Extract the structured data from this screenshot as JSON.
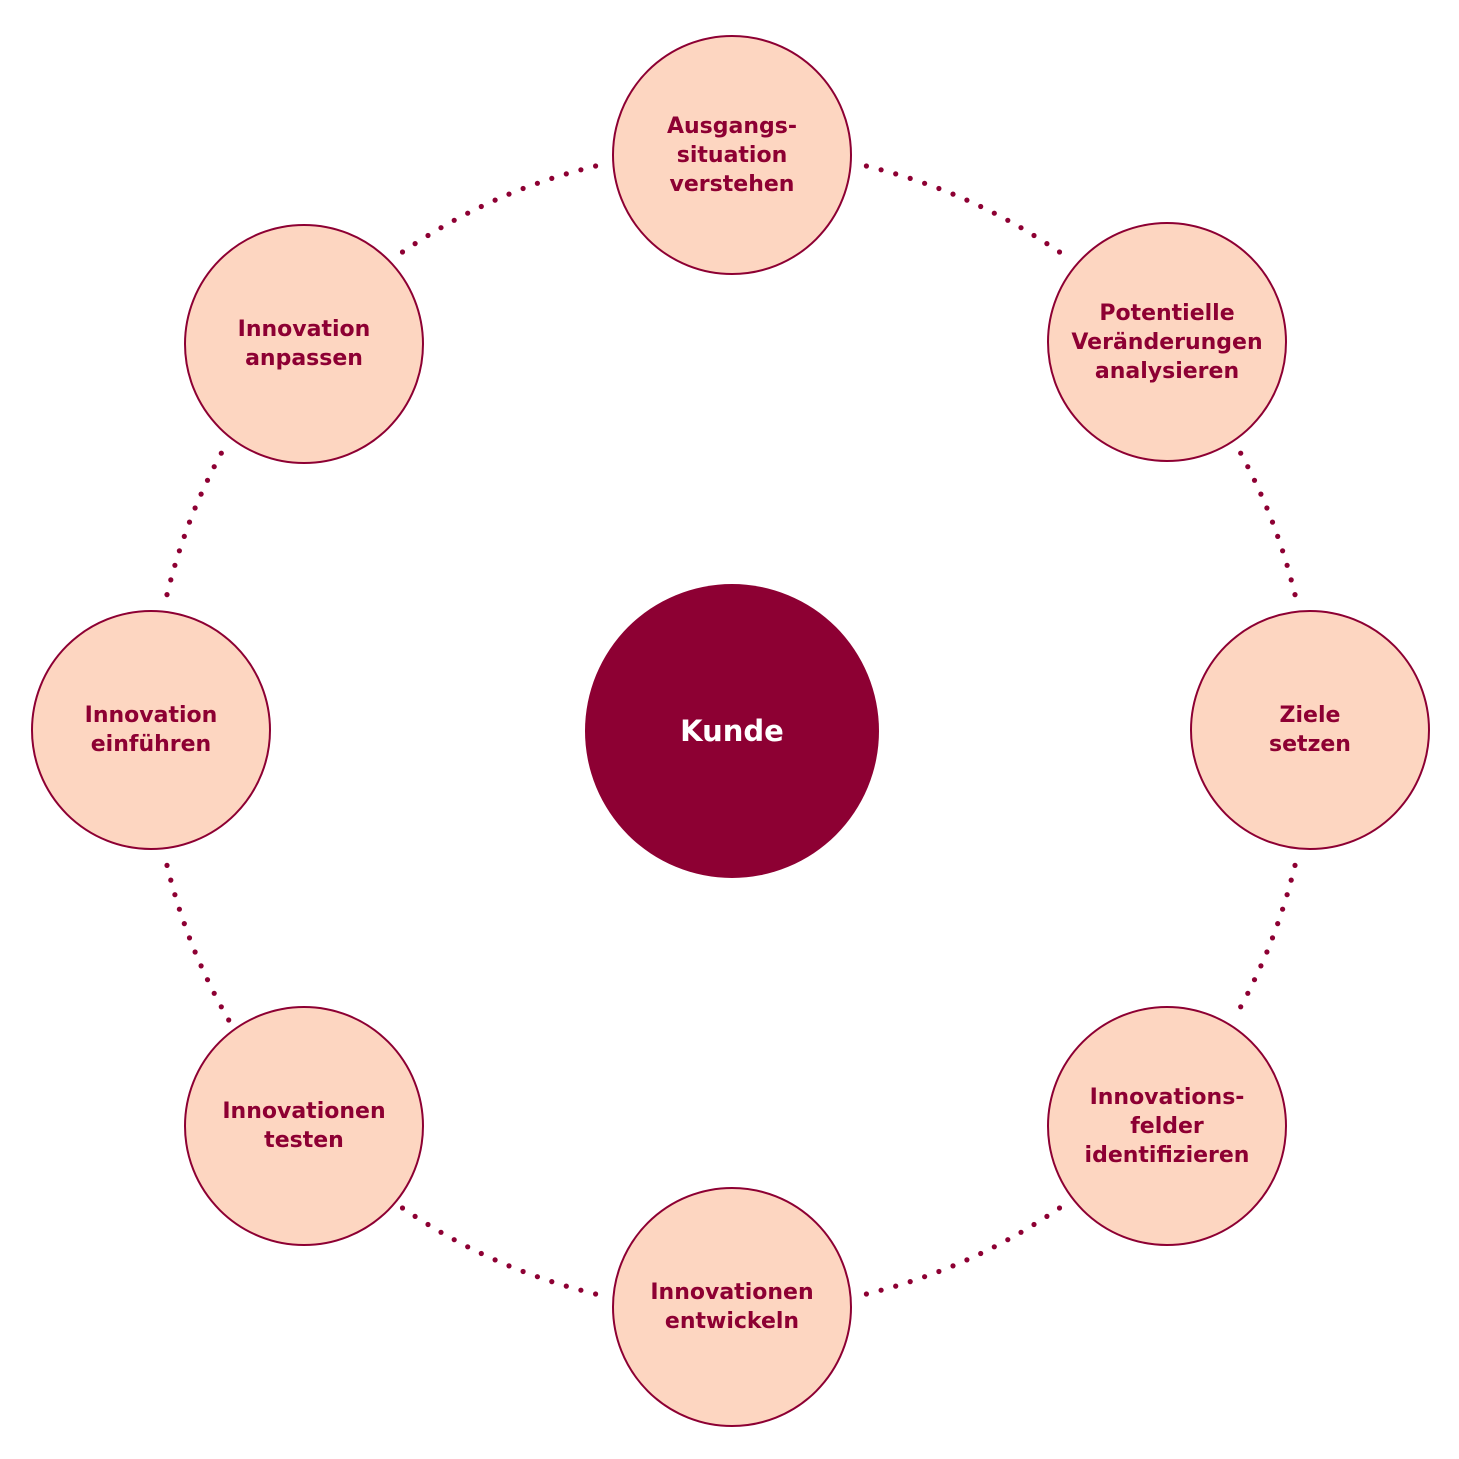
{
  "diagram": {
    "center_label": "Kunde",
    "steps": [
      {
        "lines": [
          "Ausgangs-",
          "situation",
          "verstehen"
        ]
      },
      {
        "lines": [
          "Potentielle",
          "Veränderungen",
          "analysieren"
        ]
      },
      {
        "lines": [
          "Ziele",
          "setzen"
        ]
      },
      {
        "lines": [
          "Innovations-",
          "felder",
          "identifizieren"
        ]
      },
      {
        "lines": [
          "Innovationen",
          "entwickeln"
        ]
      },
      {
        "lines": [
          "Innovationen",
          "testen"
        ]
      },
      {
        "lines": [
          "Innovation",
          "einführen"
        ]
      },
      {
        "lines": [
          "Innovation",
          "anpassen"
        ]
      }
    ]
  },
  "colors": {
    "accent": "#8d0033",
    "node_fill": "#fdd6c1",
    "background": "#ffffff",
    "center_text": "#ffffff"
  }
}
